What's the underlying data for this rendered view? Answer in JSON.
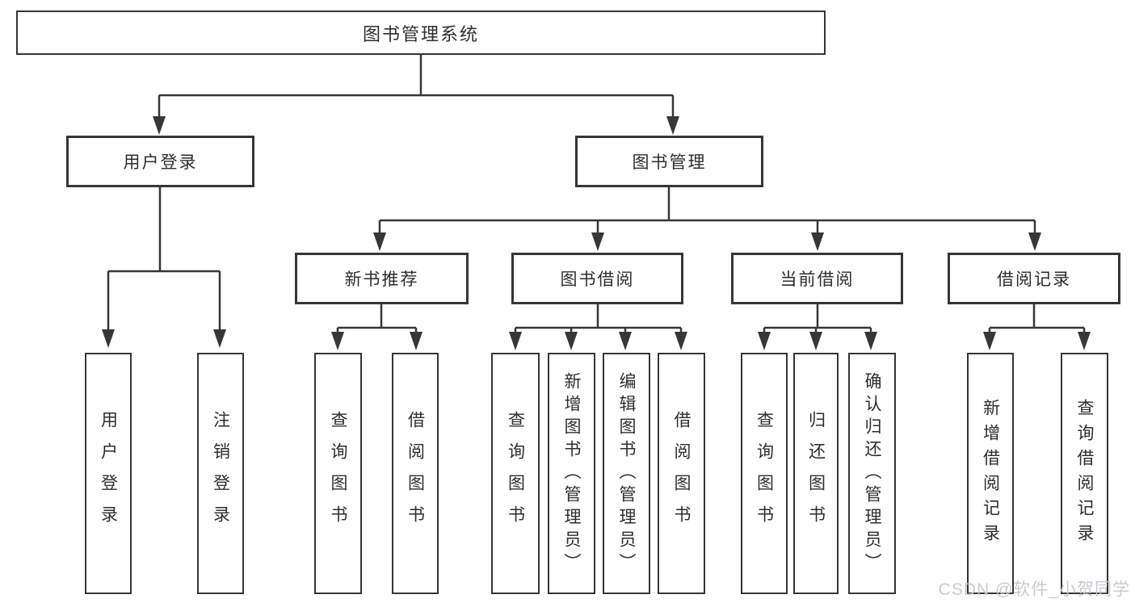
{
  "diagram": {
    "colors": {
      "line": "#373737",
      "box_border": "#363636",
      "text": "#2e2e2e",
      "watermark": "#c5c9ce",
      "background": "#ffffff"
    },
    "watermark": "CSDN @软件_小贺同学",
    "nodes": {
      "root": {
        "label": "图书管理系统"
      },
      "level2": [
        {
          "label": "用户登录"
        },
        {
          "label": "图书管理"
        }
      ],
      "level3": [
        {
          "label": "新书推荐",
          "parent": "图书管理"
        },
        {
          "label": "图书借阅",
          "parent": "图书管理"
        },
        {
          "label": "当前借阅",
          "parent": "图书管理"
        },
        {
          "label": "借阅记录",
          "parent": "图书管理"
        }
      ],
      "leaves": [
        {
          "label": "用户登录",
          "parent": "用户登录"
        },
        {
          "label": "注销登录",
          "parent": "用户登录"
        },
        {
          "label": "查询图书",
          "parent": "新书推荐"
        },
        {
          "label": "借阅图书",
          "parent": "新书推荐"
        },
        {
          "label": "查询图书",
          "parent": "图书借阅"
        },
        {
          "label": "新增图书（管理员）",
          "parent": "图书借阅"
        },
        {
          "label": "编辑图书（管理员）",
          "parent": "图书借阅"
        },
        {
          "label": "借阅图书",
          "parent": "图书借阅"
        },
        {
          "label": "查询图书",
          "parent": "当前借阅"
        },
        {
          "label": "归还图书",
          "parent": "当前借阅"
        },
        {
          "label": "确认归还（管理员）",
          "parent": "当前借阅"
        },
        {
          "label": "新增借阅记录",
          "parent": "借阅记录"
        },
        {
          "label": "查询借阅记录",
          "parent": "借阅记录"
        }
      ]
    }
  }
}
